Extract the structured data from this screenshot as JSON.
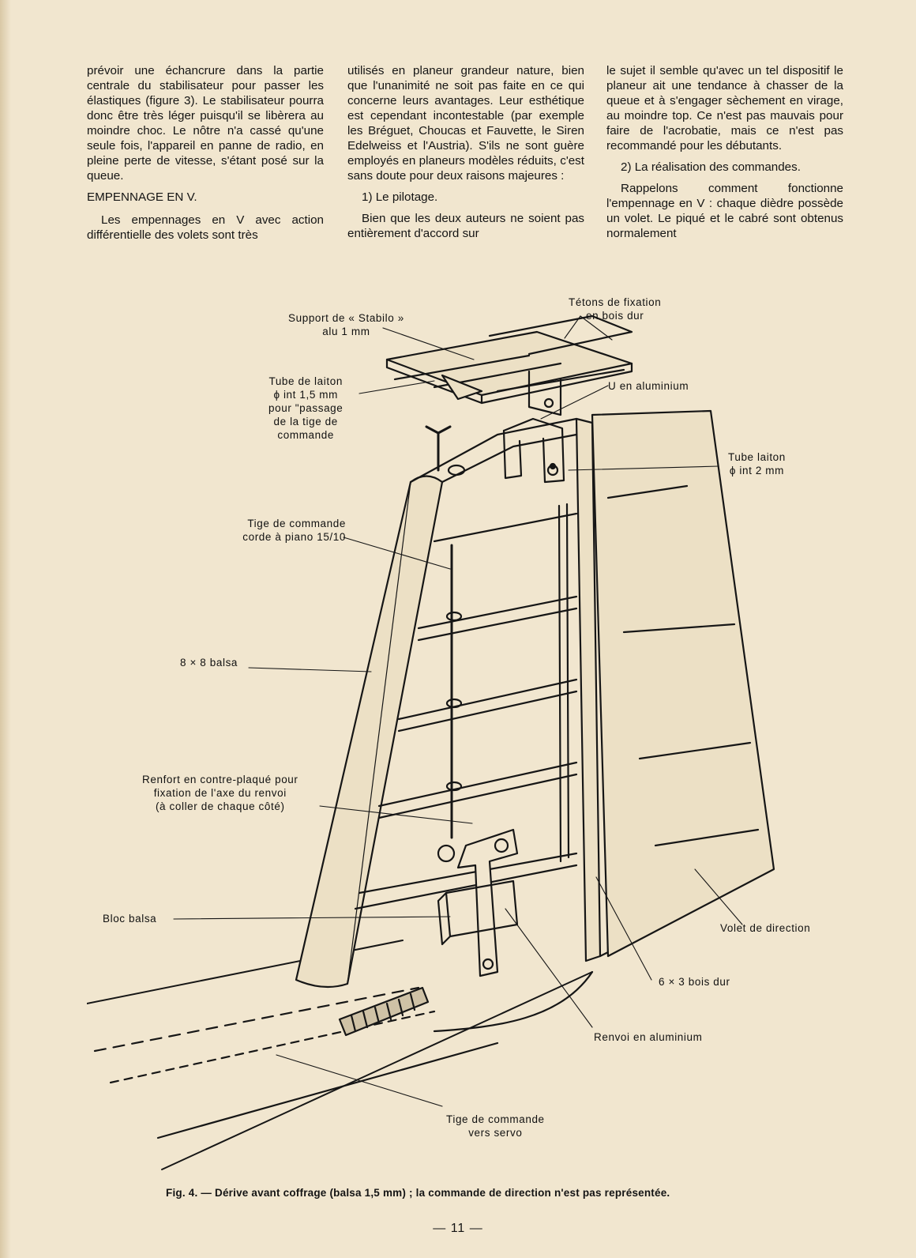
{
  "columns": {
    "col1": {
      "p1": "prévoir une échancrure dans la partie centrale du stabilisateur pour passer les élastiques (figure 3). Le stabilisateur pourra donc être très léger puisqu'il se libèrera au moindre choc. Le nôtre n'a cassé qu'une seule fois, l'appareil en panne de radio, en pleine perte de vitesse, s'étant posé sur la queue.",
      "heading": "EMPENNAGE EN V.",
      "p2": "Les empennages en V avec action différentielle des volets sont très"
    },
    "col2": {
      "p1": "utilisés en planeur grandeur nature, bien que l'unanimité ne soit pas faite en ce qui concerne leurs avantages. Leur esthétique est cependant incontestable (par exemple les Bréguet, Choucas et Fauvette, le Siren Edelweiss et l'Austria). S'ils ne sont guère employés en planeurs modèles réduits, c'est sans doute pour deux raisons majeures :",
      "p2": "1) Le pilotage.",
      "p3": "Bien que les deux auteurs ne soient pas entièrement d'accord sur"
    },
    "col3": {
      "p1": "le sujet il semble qu'avec un tel dispositif le planeur ait une tendance à chasser de la queue et à s'engager sèchement en virage, au moindre top. Ce n'est pas mauvais pour faire de l'acrobatie, mais ce n'est pas recommandé pour les débutants.",
      "p2": "2) La réalisation des commandes.",
      "p3": "Rappelons comment fonctionne l'empennage en V : chaque dièdre possède un volet. Le piqué et le cabré sont obtenus normalement"
    }
  },
  "figure": {
    "labels": {
      "support": [
        "Support de « Stabilo »",
        "alu 1 mm"
      ],
      "tetons": [
        "Tétons de fixation",
        "en bois dur"
      ],
      "tube_laiton": [
        "Tube de laiton",
        "ϕ int 1,5 mm",
        "pour \"passage",
        "de la tige de",
        "commande"
      ],
      "u_alu": [
        "U en aluminium"
      ],
      "tube_2mm": [
        "Tube laiton",
        "ϕ int 2 mm"
      ],
      "tige_piano": [
        "Tige de commande",
        "corde à piano 15/10"
      ],
      "balsa_8x8": [
        "8 × 8 balsa"
      ],
      "renfort": [
        "Renfort en contre-plaqué pour",
        "fixation de l'axe du renvoi",
        "(à coller de chaque côté)"
      ],
      "bloc": [
        "Bloc balsa"
      ],
      "volet": [
        "Volet de direction"
      ],
      "bois_dur": [
        "6 × 3 bois dur"
      ],
      "renvoi": [
        "Renvoi en aluminium"
      ],
      "tige_servo": [
        "Tige de commande",
        "vers servo"
      ]
    }
  },
  "caption": "Fig. 4. — Dérive avant coffrage (balsa 1,5 mm) ; la commande de direction n'est pas représentée.",
  "folio": "— 11 —"
}
